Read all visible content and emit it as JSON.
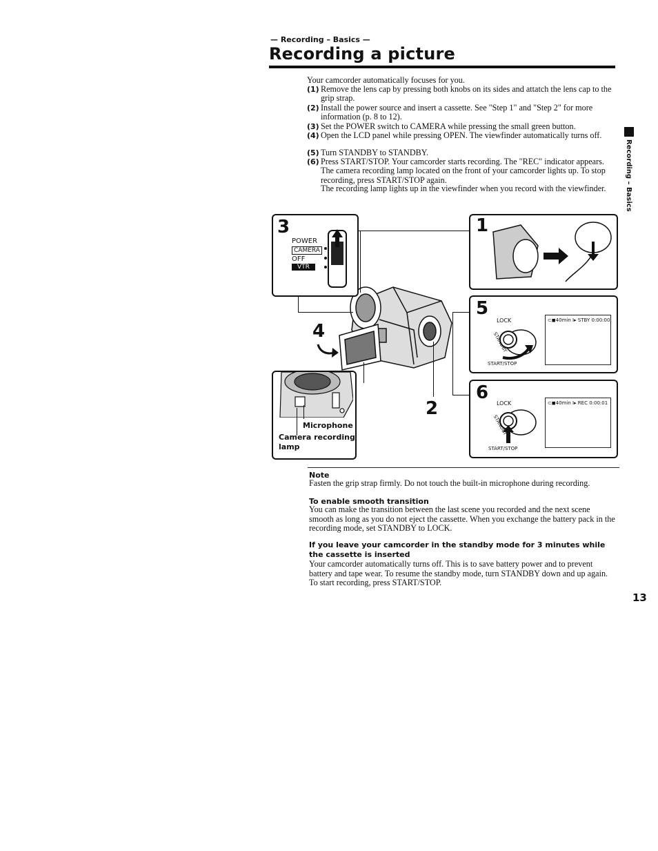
{
  "header": {
    "running_head": "— Recording – Basics —",
    "title": "Recording a picture"
  },
  "intro": "Your camcorder automatically focuses for you.",
  "steps": [
    {
      "num": "(1)",
      "text": "Remove the lens cap by pressing both knobs on its sides and attatch the lens cap to the grip strap."
    },
    {
      "num": "(2)",
      "text": "Install the power source and insert a cassette. See \"Step 1\" and \"Step 2\" for more information (p. 8 to 12)."
    },
    {
      "num": "(3)",
      "text": "Set the POWER switch to CAMERA while pressing the small green button."
    },
    {
      "num": "(4)",
      "text": "Open the LCD panel while pressing OPEN. The viewfinder automatically turns off."
    },
    {
      "num": "(5)",
      "text": "Turn STANDBY to STANDBY."
    },
    {
      "num": "(6)",
      "text": "Press START/STOP. Your camcorder starts recording. The \"REC\" indicator appears. The camera recording lamp located on the front of your camcorder lights up. To stop recording, press START/STOP again."
    },
    {
      "num": "",
      "text": "The recording lamp lights up in the viewfinder when you record with the viewfinder."
    }
  ],
  "side_tab": "Recording – Basics",
  "page_number": "13",
  "figure": {
    "panel3": {
      "num": "3",
      "power": "POWER",
      "camera": "CAMERA",
      "off": "OFF",
      "vtr": "VTR"
    },
    "panel1": {
      "num": "1"
    },
    "panel4": {
      "num": "4"
    },
    "panel2": {
      "num": "2"
    },
    "panel5": {
      "num": "5",
      "lock": "LOCK",
      "standby": "STANDBY",
      "start_stop": "START/STOP",
      "readout": "⊂◼40min  I▸    STBY 0:00:00"
    },
    "panel6": {
      "num": "6",
      "lock": "LOCK",
      "standby": "STANDBY",
      "start_stop": "START/STOP",
      "readout": "⊂◼40min  I▸    REC 0:00:01"
    },
    "inset": {
      "microphone": "Microphone",
      "lamp_line1": "Camera recording",
      "lamp_line2": "lamp"
    }
  },
  "note": {
    "heading": "Note",
    "text": "Fasten the grip strap firmly. Do not touch the built-in microphone during recording."
  },
  "smooth": {
    "heading": "To enable smooth transition",
    "text": "You can make the transition between the last scene you recorded and the next scene smooth as long as you do not eject the cassette. When you exchange the battery pack in the recording mode, set STANDBY to LOCK."
  },
  "standby_mode": {
    "heading": "If you leave your camcorder in the standby mode for 3 minutes while the cassette is inserted",
    "text": "Your camcorder automatically turns off. This is to save battery power and to prevent battery and tape wear. To resume the standby mode, turn STANDBY down and up again. To start recording, press START/STOP."
  }
}
